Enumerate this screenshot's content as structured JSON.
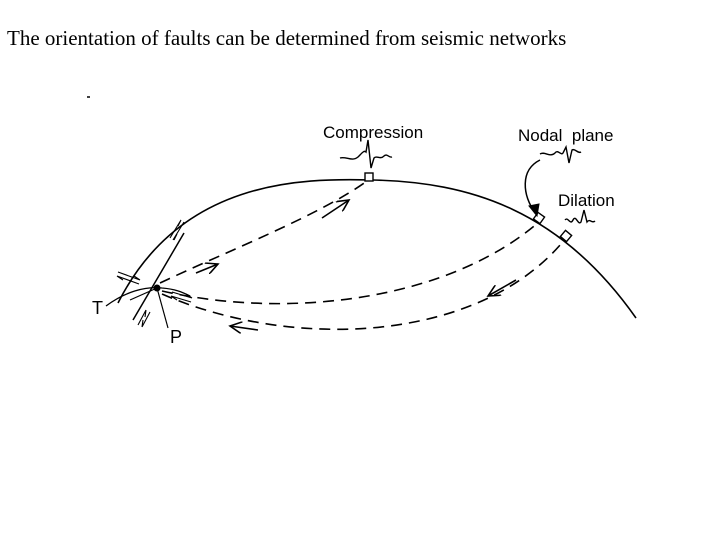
{
  "title": "The orientation of faults can be determined from seismic networks",
  "diagram": {
    "labels": {
      "compression": "Compression",
      "nodal_plane": "Nodal  plane",
      "dilation": "Dilation",
      "t_axis": "T",
      "p_axis": "P"
    }
  }
}
